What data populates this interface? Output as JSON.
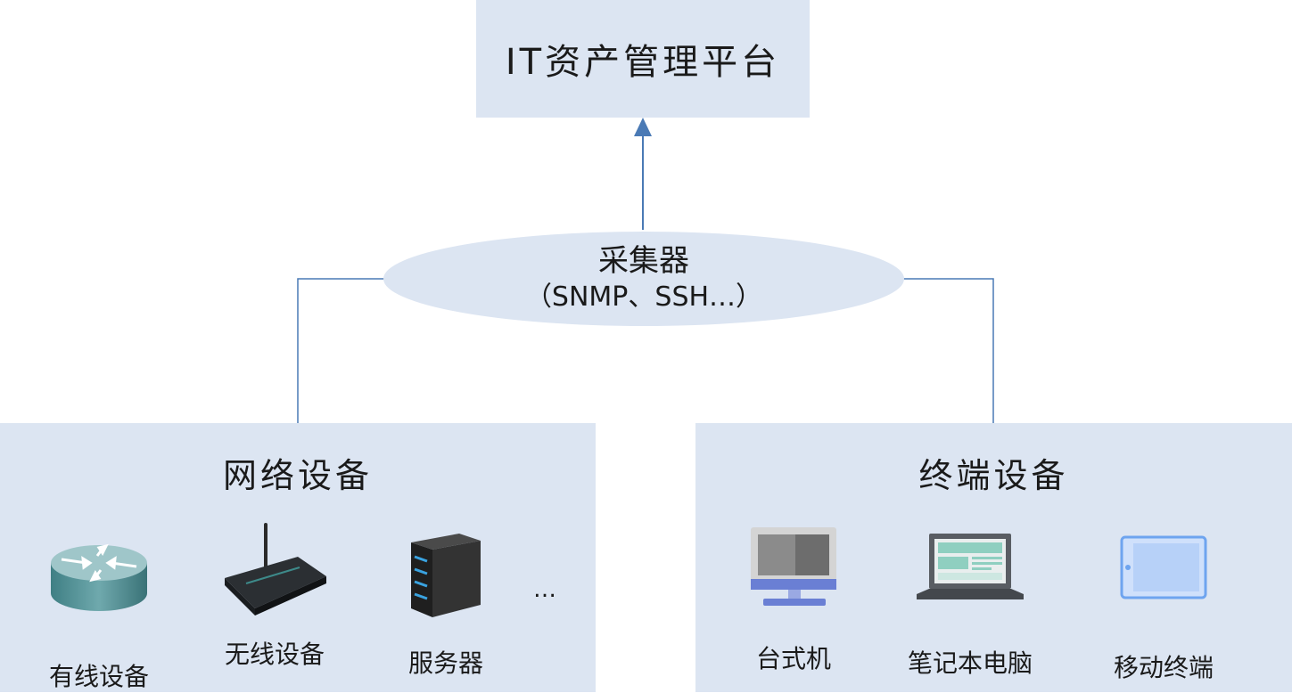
{
  "platform": {
    "label": "IT资产管理平台"
  },
  "collector": {
    "name": "采集器",
    "protocols": "（SNMP、SSH…）"
  },
  "network_group": {
    "title": "网络设备",
    "devices": [
      {
        "label": "有线设备",
        "icon": "router-icon"
      },
      {
        "label": "无线设备",
        "icon": "wireless-router-icon"
      },
      {
        "label": "服务器",
        "icon": "server-icon"
      }
    ],
    "more": "…"
  },
  "terminal_group": {
    "title": "终端设备",
    "devices": [
      {
        "label": "台式机",
        "icon": "desktop-icon"
      },
      {
        "label": "笔记本电脑",
        "icon": "laptop-icon"
      },
      {
        "label": "移动终端",
        "icon": "tablet-icon"
      }
    ]
  },
  "colors": {
    "box_fill": "#dce5f2",
    "connector": "#4a7ab5"
  }
}
